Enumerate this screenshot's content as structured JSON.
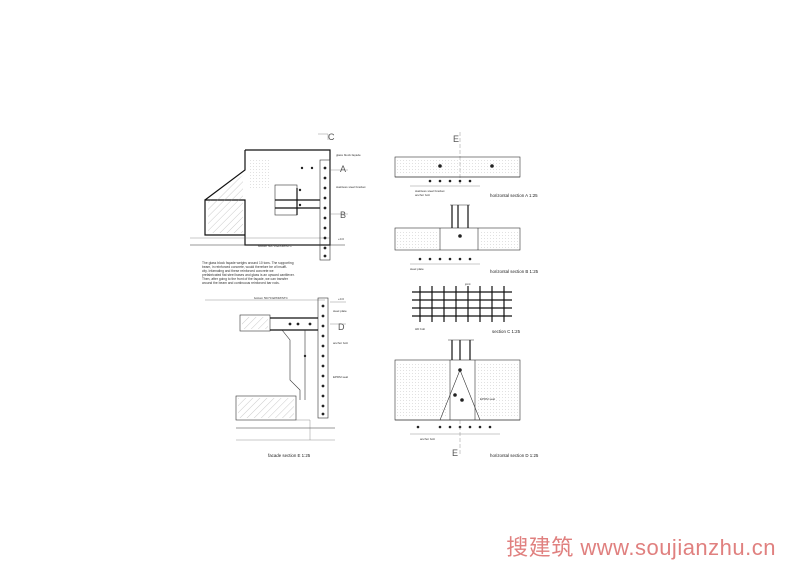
{
  "captions": {
    "facade_section_E": "facade section E 1:25",
    "section_A": "horizontal section A 1:25",
    "section_B": "horizontal section B 1:25",
    "section_C": "section C 1:25",
    "section_D": "horizontal section D 1:25"
  },
  "section_marks": {
    "A": "A",
    "B": "B",
    "C": "C",
    "D": "D",
    "E": "E"
  },
  "elevations": {
    "upper": "+0.0",
    "lower": "+0.0"
  },
  "note": {
    "lines": [
      "The glass block façade weighs around 10 tons. The supporting",
      "beam, in reinforced concrete, would therefore be of insuffi-",
      "city. Infarnaling and these reinforced concrete we",
      "prefabricated flat steel bases and glass is an upward cantilever.",
      "Then, after going to the front of the façade, we can transfer",
      "around the beam and continuous reinforced bar rods."
    ]
  },
  "labels": {
    "top_label": "bottom 50/70 EPDM/STC",
    "bolt_label": "glass block façade",
    "bracket_label": "stainless steel bracket",
    "anchor_label": "anchor bolt",
    "mid_label": "bottom 50/70 EPDM/STC",
    "plate_label": "steel plate",
    "seal_label": "EPDM seal",
    "joint_label": "joint",
    "hd_bolt": "HD bolt"
  },
  "watermark": {
    "text": "搜建筑 www.soujianzhu.cn"
  }
}
